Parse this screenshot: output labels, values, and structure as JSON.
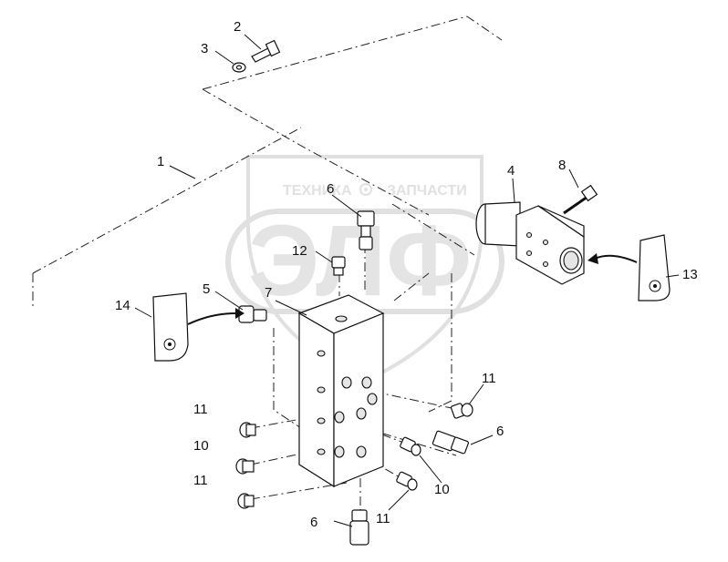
{
  "watermark": {
    "left_text": "ТЕХНИКА",
    "right_text": "ЗАПЧАСТИ",
    "logo_text": "ЭЛФ"
  },
  "callouts": {
    "c1": "1",
    "c2": "2",
    "c3": "3",
    "c4": "4",
    "c5": "5",
    "c6_top": "6",
    "c6_right": "6",
    "c6_bottom": "6",
    "c7": "7",
    "c8": "8",
    "c10_left": "10",
    "c10_right": "10",
    "c11_left_top": "11",
    "c11_left_bottom": "11",
    "c11_right_top": "11",
    "c11_right_bottom": "11",
    "c12": "12",
    "c13": "13",
    "c14": "14"
  },
  "colors": {
    "line": "#111111",
    "watermark": "#cccccc"
  }
}
